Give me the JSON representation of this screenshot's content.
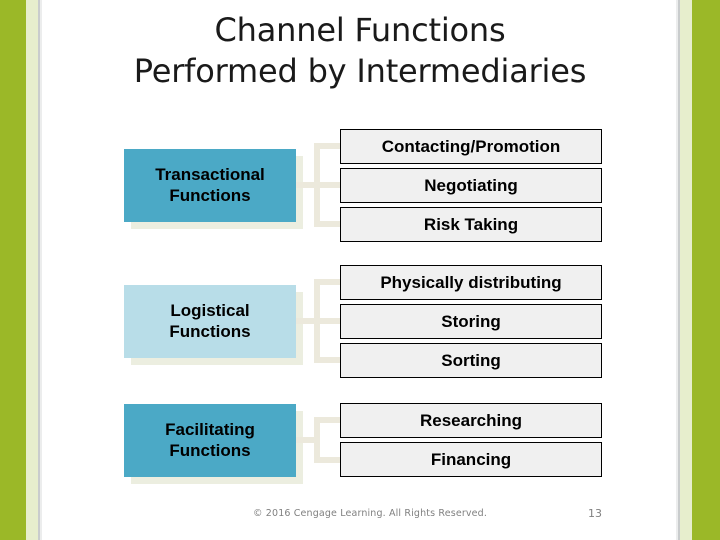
{
  "slide": {
    "title_line1": "Channel Functions",
    "title_line2": "Performed by Intermediaries",
    "colors": {
      "band_green": "#9bb828",
      "band_pale_green": "#e7eecd",
      "parent_teal": "#4ba9c6",
      "parent_pale_blue": "#b8dde8",
      "child_gray": "#f0f0f0",
      "connector": "#ece9dc",
      "text": "#000000",
      "footer_text": "#808080"
    }
  },
  "groups": [
    {
      "parent_label": "Transactional Functions",
      "parent_line1": "Transactional",
      "parent_line2": "Functions",
      "parent_color": "teal",
      "children": [
        {
          "label": "Contacting/Promotion"
        },
        {
          "label": "Negotiating"
        },
        {
          "label": "Risk Taking"
        }
      ]
    },
    {
      "parent_label": "Logistical Functions",
      "parent_line1": "Logistical",
      "parent_line2": "Functions",
      "parent_color": "pale",
      "children": [
        {
          "label": "Physically distributing"
        },
        {
          "label": "Storing"
        },
        {
          "label": "Sorting"
        }
      ]
    },
    {
      "parent_label": "Facilitating Functions",
      "parent_line1": "Facilitating",
      "parent_line2": "Functions",
      "parent_color": "teal",
      "children": [
        {
          "label": "Researching"
        },
        {
          "label": "Financing"
        }
      ]
    }
  ],
  "footer": {
    "copyright": "© 2016 Cengage Learning. All Rights Reserved.",
    "page_number": "13"
  }
}
